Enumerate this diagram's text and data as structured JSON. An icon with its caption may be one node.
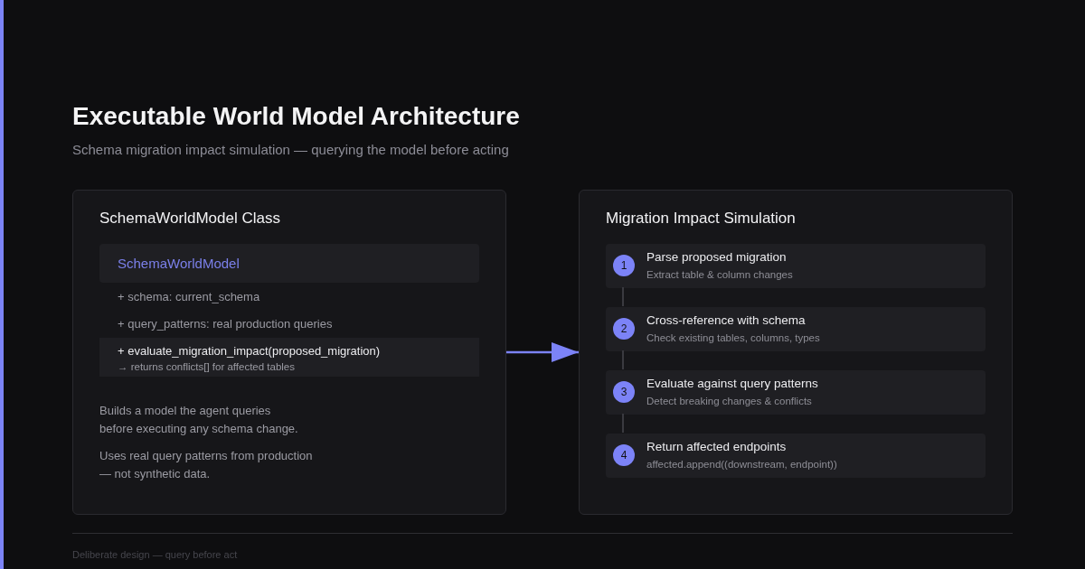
{
  "diagram": {
    "title": "Executable World Model Architecture",
    "nodes": [
      {
        "text": [
          "SchemaWorldModel Class",
          "+ schema: current_schema",
          "+ query_patterns: real production queries",
          "Builds a model the agent queries before executing any schema change.",
          "Uses real query patterns from production — not synthetic data."
        ]
      },
      {
        "text": [
          "SchemaWorldModel"
        ],
        "in": 0
      },
      {
        "text": [
          "+ evaluate_migration_impact(proposed_migration)",
          "→ returns conflicts[] for affected tables"
        ],
        "in": 0
      },
      {
        "text": [
          "Migration Impact Simulation"
        ]
      },
      {
        "text": [
          "Parse proposed migration",
          "Extract table & column changes"
        ],
        "in": 3
      },
      {
        "text": [
          "1"
        ],
        "in": 4
      },
      {
        "text": [
          "Cross-reference with schema",
          "Check existing tables, columns, types"
        ],
        "in": 3
      },
      {
        "text": [
          "2"
        ],
        "in": 6
      },
      {
        "text": [
          "Evaluate against query patterns",
          "Detect breaking changes & conflicts"
        ],
        "in": 3
      },
      {
        "text": [
          "3"
        ],
        "in": 8
      },
      {
        "text": [
          "Return affected endpoints",
          "affected.append((downstream, endpoint))"
        ],
        "in": 3
      },
      {
        "text": [
          "4"
        ],
        "in": 10
      }
    ],
    "edges": [
      {
        "from": 0,
        "to": 3,
        "arrow": "to",
        "color": "#7c83f7"
      },
      {
        "from": 4,
        "to": 6,
        "arrow": "none"
      },
      {
        "from": 6,
        "to": 8,
        "arrow": "none"
      },
      {
        "from": 8,
        "to": 10,
        "arrow": "none"
      }
    ],
    "labels": [
      "Schema migration impact simulation — querying the model before acting",
      "Deliberate design — query before act"
    ]
  }
}
